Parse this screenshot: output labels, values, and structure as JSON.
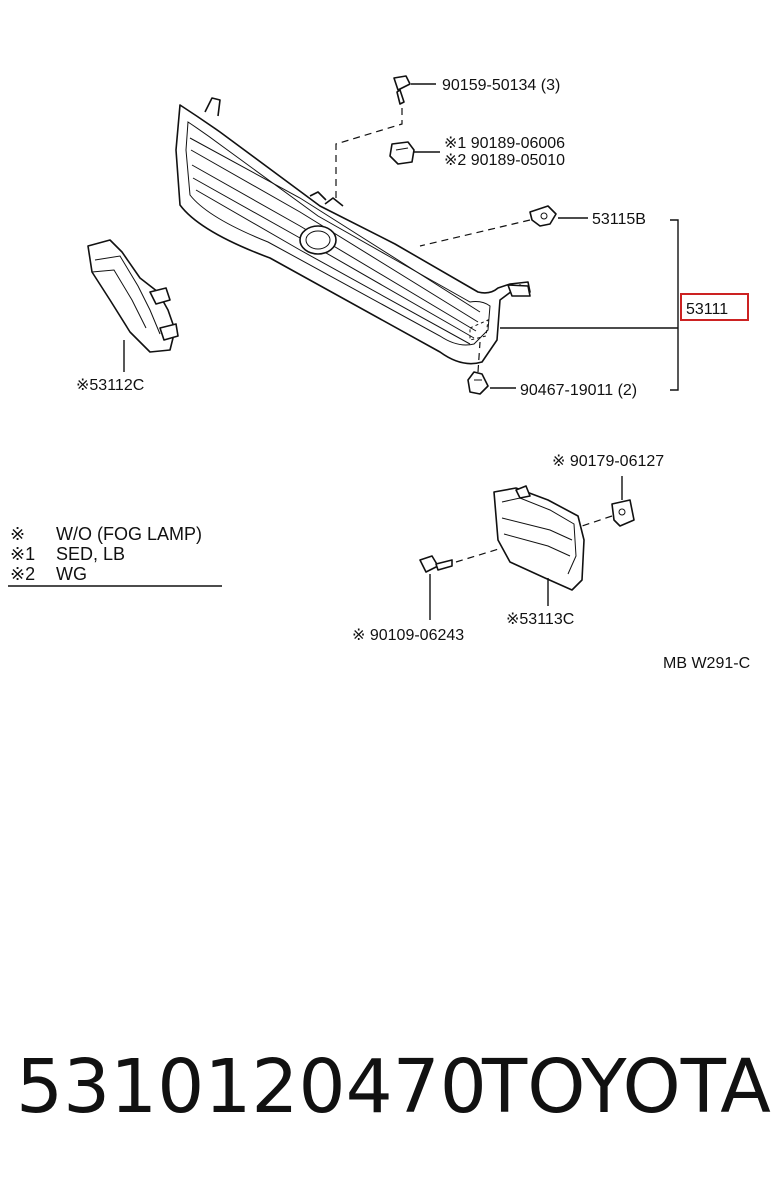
{
  "callouts": {
    "bolt_top": "90159-50134 (3)",
    "clip_1": "※1 90189-06006",
    "clip_2": "※2 90189-05010",
    "bracket": "53115B",
    "grille": "53111",
    "left_lamp_cover": "※53112C",
    "clip_lower": "90467-19011 (2)",
    "nut_right": "※ 90179-06127",
    "screw": "※ 90109-06243",
    "right_lamp_cover": "※53113C"
  },
  "legend": [
    {
      "mark": "※",
      "text": "W/O (FOG LAMP)"
    },
    {
      "mark": "※1",
      "text": "SED, LB"
    },
    {
      "mark": "※2",
      "text": "WG"
    }
  ],
  "diagram_code": "MB W291-C",
  "footer": {
    "part_number": "5310120470",
    "brand": "TOYOTA"
  },
  "colors": {
    "highlight": "#cc2222",
    "ink": "#111111"
  }
}
